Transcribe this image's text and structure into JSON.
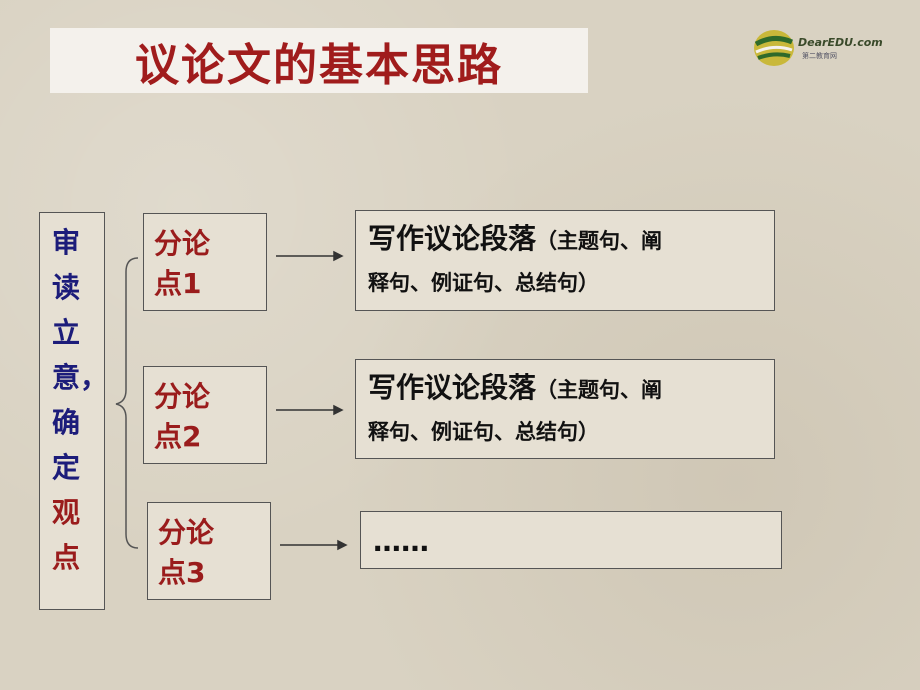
{
  "title": "议论文的基本思路",
  "logo": {
    "text": "DearEDU.com",
    "subtext": "第二教育网"
  },
  "left_box": {
    "chars": [
      {
        "text": "审",
        "color": "blue"
      },
      {
        "text": "读",
        "color": "blue"
      },
      {
        "text": "立",
        "color": "blue"
      },
      {
        "text": "意，",
        "color": "blue"
      },
      {
        "text": "确",
        "color": "blue"
      },
      {
        "text": "定",
        "color": "blue"
      },
      {
        "text": "观",
        "color": "red"
      },
      {
        "text": "点",
        "color": "red"
      }
    ]
  },
  "points": [
    {
      "line1": "分论",
      "line2": "点1"
    },
    {
      "line1": "分论",
      "line2": "点2"
    },
    {
      "line1": "分论",
      "line2": "点3"
    }
  ],
  "paragraphs": [
    {
      "main": "写作议论段落",
      "sub1": "（主题句、阐",
      "line2": "释句、例证句、总结句）"
    },
    {
      "main": "写作议论段落",
      "sub1": "（主题句、阐",
      "line2": "释句、例证句、总结句）"
    },
    {
      "main": "……",
      "sub1": "",
      "line2": ""
    }
  ],
  "colors": {
    "title": "#a01c1c",
    "blue_text": "#1c1c7a",
    "red_text": "#9a1c1c"
  }
}
